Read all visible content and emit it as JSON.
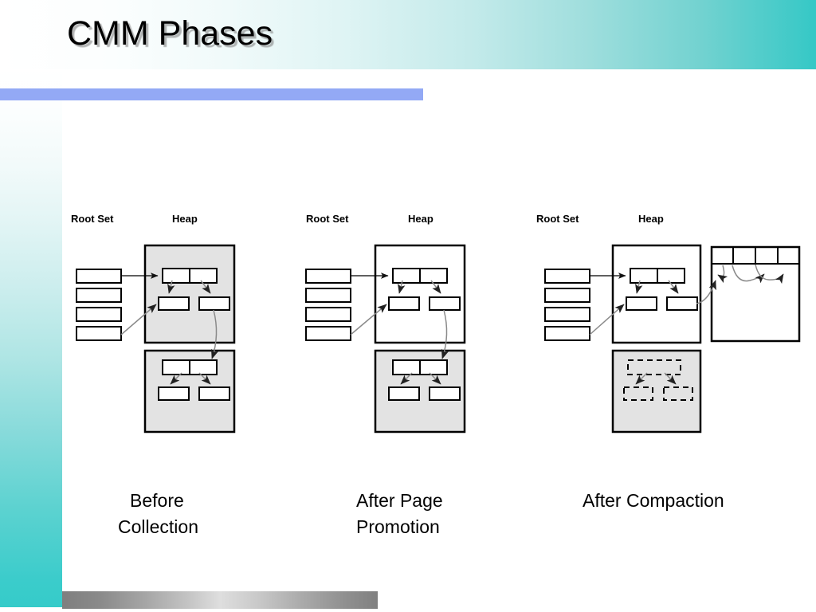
{
  "slide": {
    "title": "CMM Phases",
    "title_shadow": true,
    "accent_color": "#93a9f5",
    "header_gradient_from": "#ffffff",
    "header_gradient_to": "#35c8c6",
    "left_band_to": "#35cbc9",
    "bottom_bar_color": "#bdbdbd",
    "background": "#ffffff"
  },
  "diagram": {
    "type": "memory-management-phases",
    "page_fill_collected": "#e3e3e3",
    "page_fill_promoted": "#ffffff",
    "object_fill": "#ffffff",
    "stroke": "#000000",
    "groups": [
      {
        "id": "before-collection",
        "caption_line1": "Before",
        "caption_line2": "Collection",
        "root_label": "Root Set",
        "heap_label": "Heap",
        "root_slots": 4,
        "pages": [
          {
            "name": "page-top",
            "state": "unpromoted",
            "fill": "#e3e3e3",
            "objects": 3,
            "dashed": false
          },
          {
            "name": "page-bottom",
            "state": "unpromoted",
            "fill": "#e3e3e3",
            "objects": 3,
            "dashed": false
          }
        ],
        "extra_page": false
      },
      {
        "id": "after-page-promotion",
        "caption_line1": "After Page",
        "caption_line2": "Promotion",
        "root_label": "Root Set",
        "heap_label": "Heap",
        "root_slots": 4,
        "pages": [
          {
            "name": "page-top",
            "state": "promoted",
            "fill": "#ffffff",
            "objects": 3,
            "dashed": false
          },
          {
            "name": "page-bottom",
            "state": "unpromoted",
            "fill": "#e3e3e3",
            "objects": 3,
            "dashed": false
          }
        ],
        "extra_page": false
      },
      {
        "id": "after-compaction",
        "caption_line1": "After Compaction",
        "caption_line2": "",
        "root_label": "Root Set",
        "heap_label": "Heap",
        "root_slots": 4,
        "pages": [
          {
            "name": "page-top",
            "state": "promoted",
            "fill": "#ffffff",
            "objects": 3,
            "dashed": false
          },
          {
            "name": "page-bottom",
            "state": "garbage",
            "fill": "#e3e3e3",
            "objects": 3,
            "dashed": true
          }
        ],
        "extra_page": true,
        "extra_page_cells": 4
      }
    ]
  }
}
